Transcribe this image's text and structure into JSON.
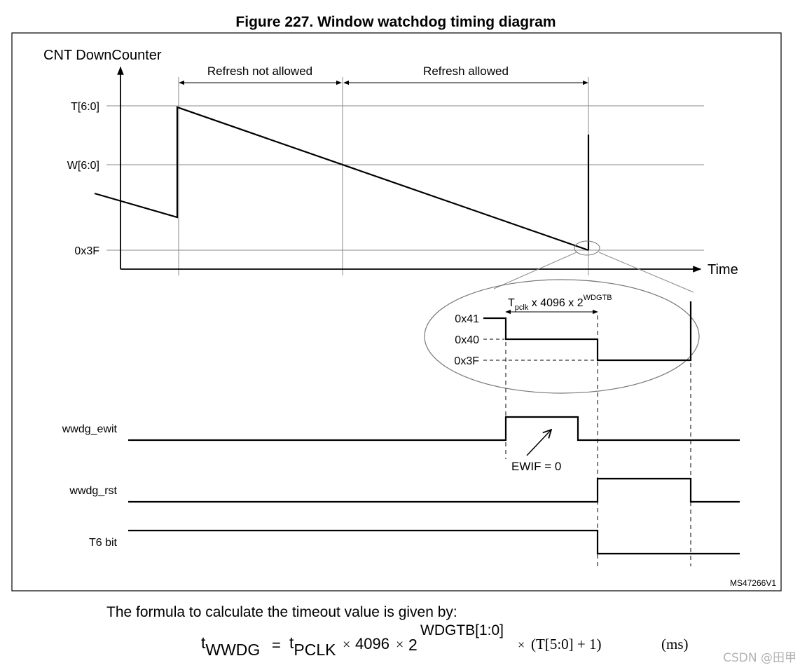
{
  "figure": {
    "title": "Figure 227. Window watchdog timing diagram",
    "code": "MS47266V1"
  },
  "axes": {
    "y_title": "CNT DownCounter",
    "x_title": "Time",
    "levels": [
      "T[6:0]",
      "W[6:0]",
      "0x3F"
    ]
  },
  "regions": {
    "not_allowed": "Refresh not allowed",
    "allowed": "Refresh allowed"
  },
  "zoom": {
    "period_main": "T",
    "period_sub": "pclk",
    "period_mid": " x 4096 x 2",
    "period_sup": "WDGTB",
    "levels": [
      "0x41",
      "0x40",
      "0x3F"
    ]
  },
  "signals": {
    "names": [
      "wwdg_ewit",
      "wwdg_rst",
      "T6 bit"
    ],
    "ewif_label": "EWIF = 0"
  },
  "formula": {
    "intro": "The formula to calculate the timeout value is given by:",
    "t1": "t",
    "s1": "WWDG",
    "eq": "=",
    "t2": "t",
    "s2": "PCLK",
    "mul1": "×",
    "n4096": "4096",
    "mul2": "×",
    "two": "2",
    "exp": "WDGTB[1:0]",
    "mul3": "×",
    "paren": "(T[5:0] + 1)",
    "unit": "(ms)"
  },
  "watermark": "CSDN @田甲"
}
